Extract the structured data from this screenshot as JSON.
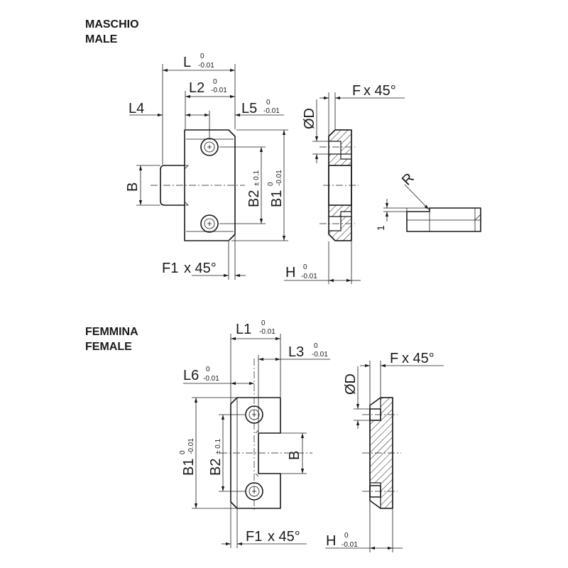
{
  "male": {
    "title_it": "MASCHIO",
    "title_en": "MALE",
    "dims": {
      "L": "L",
      "L2": "L2",
      "L4": "L4",
      "L5": "L5",
      "B": "B",
      "B1": "B1",
      "B2": "B2",
      "F1": "F1",
      "F1_angle": "x 45°",
      "F": "F",
      "F_angle": "x 45°",
      "D": "ØD",
      "H": "H",
      "R": "R",
      "one": "1",
      "tol_plus": "0",
      "tol_minus": "-0.01",
      "tol_pm": "± 0.1"
    }
  },
  "female": {
    "title_it": "FEMMINA",
    "title_en": "FEMALE",
    "dims": {
      "L1": "L1",
      "L3": "L3",
      "L6": "L6",
      "B": "B",
      "B1": "B1",
      "B2": "B2",
      "F1": "F1",
      "F1_angle": "x 45°",
      "F": "F",
      "F_angle": "x 45°",
      "D": "ØD",
      "H": "H",
      "tol_plus": "0",
      "tol_minus": "-0.01",
      "tol_pm": "± 0.1"
    }
  }
}
